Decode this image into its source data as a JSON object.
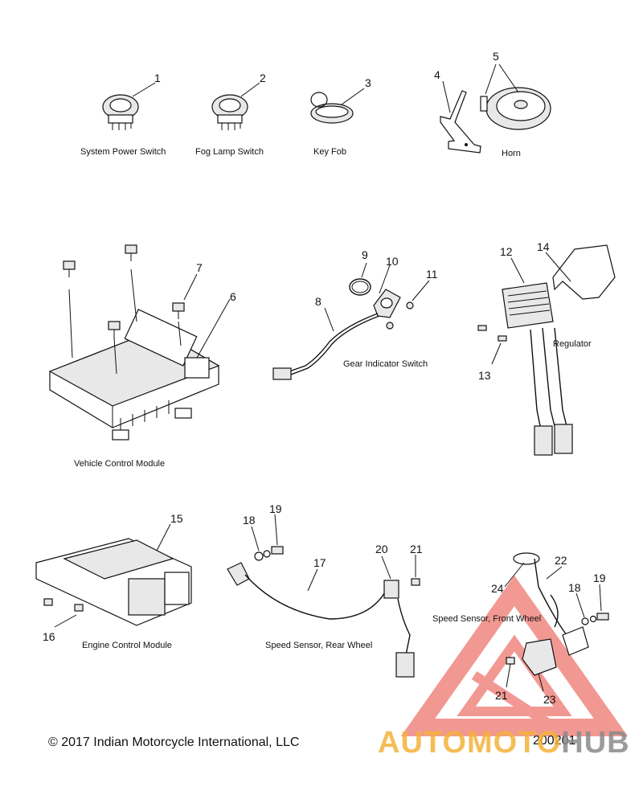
{
  "callouts": [
    "1",
    "2",
    "3",
    "4",
    "5",
    "5",
    "6",
    "7",
    "8",
    "9",
    "10",
    "11",
    "12",
    "13",
    "14",
    "15",
    "16",
    "17",
    "18",
    "19",
    "20",
    "21",
    "22",
    "23",
    "24",
    "18",
    "19",
    "21"
  ],
  "captions": {
    "system_power_switch": "System Power Switch",
    "fog_lamp_switch": "Fog Lamp Switch",
    "key_fob": "Key Fob",
    "horn": "Horn",
    "gear_indicator_switch": "Gear Indicator Switch",
    "regulator": "Regulator",
    "vehicle_control_module": "Vehicle Control Module",
    "engine_control_module": "Engine Control Module",
    "speed_sensor_rear": "Speed Sensor, Rear Wheel",
    "speed_sensor_front": "Speed Sensor, Front Wheel"
  },
  "footer": {
    "copyright": "© 2017 Indian Motorcycle International, LLC",
    "doc_number": "200201"
  },
  "watermark": {
    "text_a": "AUTOMOTO",
    "text_b": "HUB",
    "color_red": "#e8453c",
    "color_orange": "#f4b23a",
    "color_gray": "#8a8a8a"
  }
}
